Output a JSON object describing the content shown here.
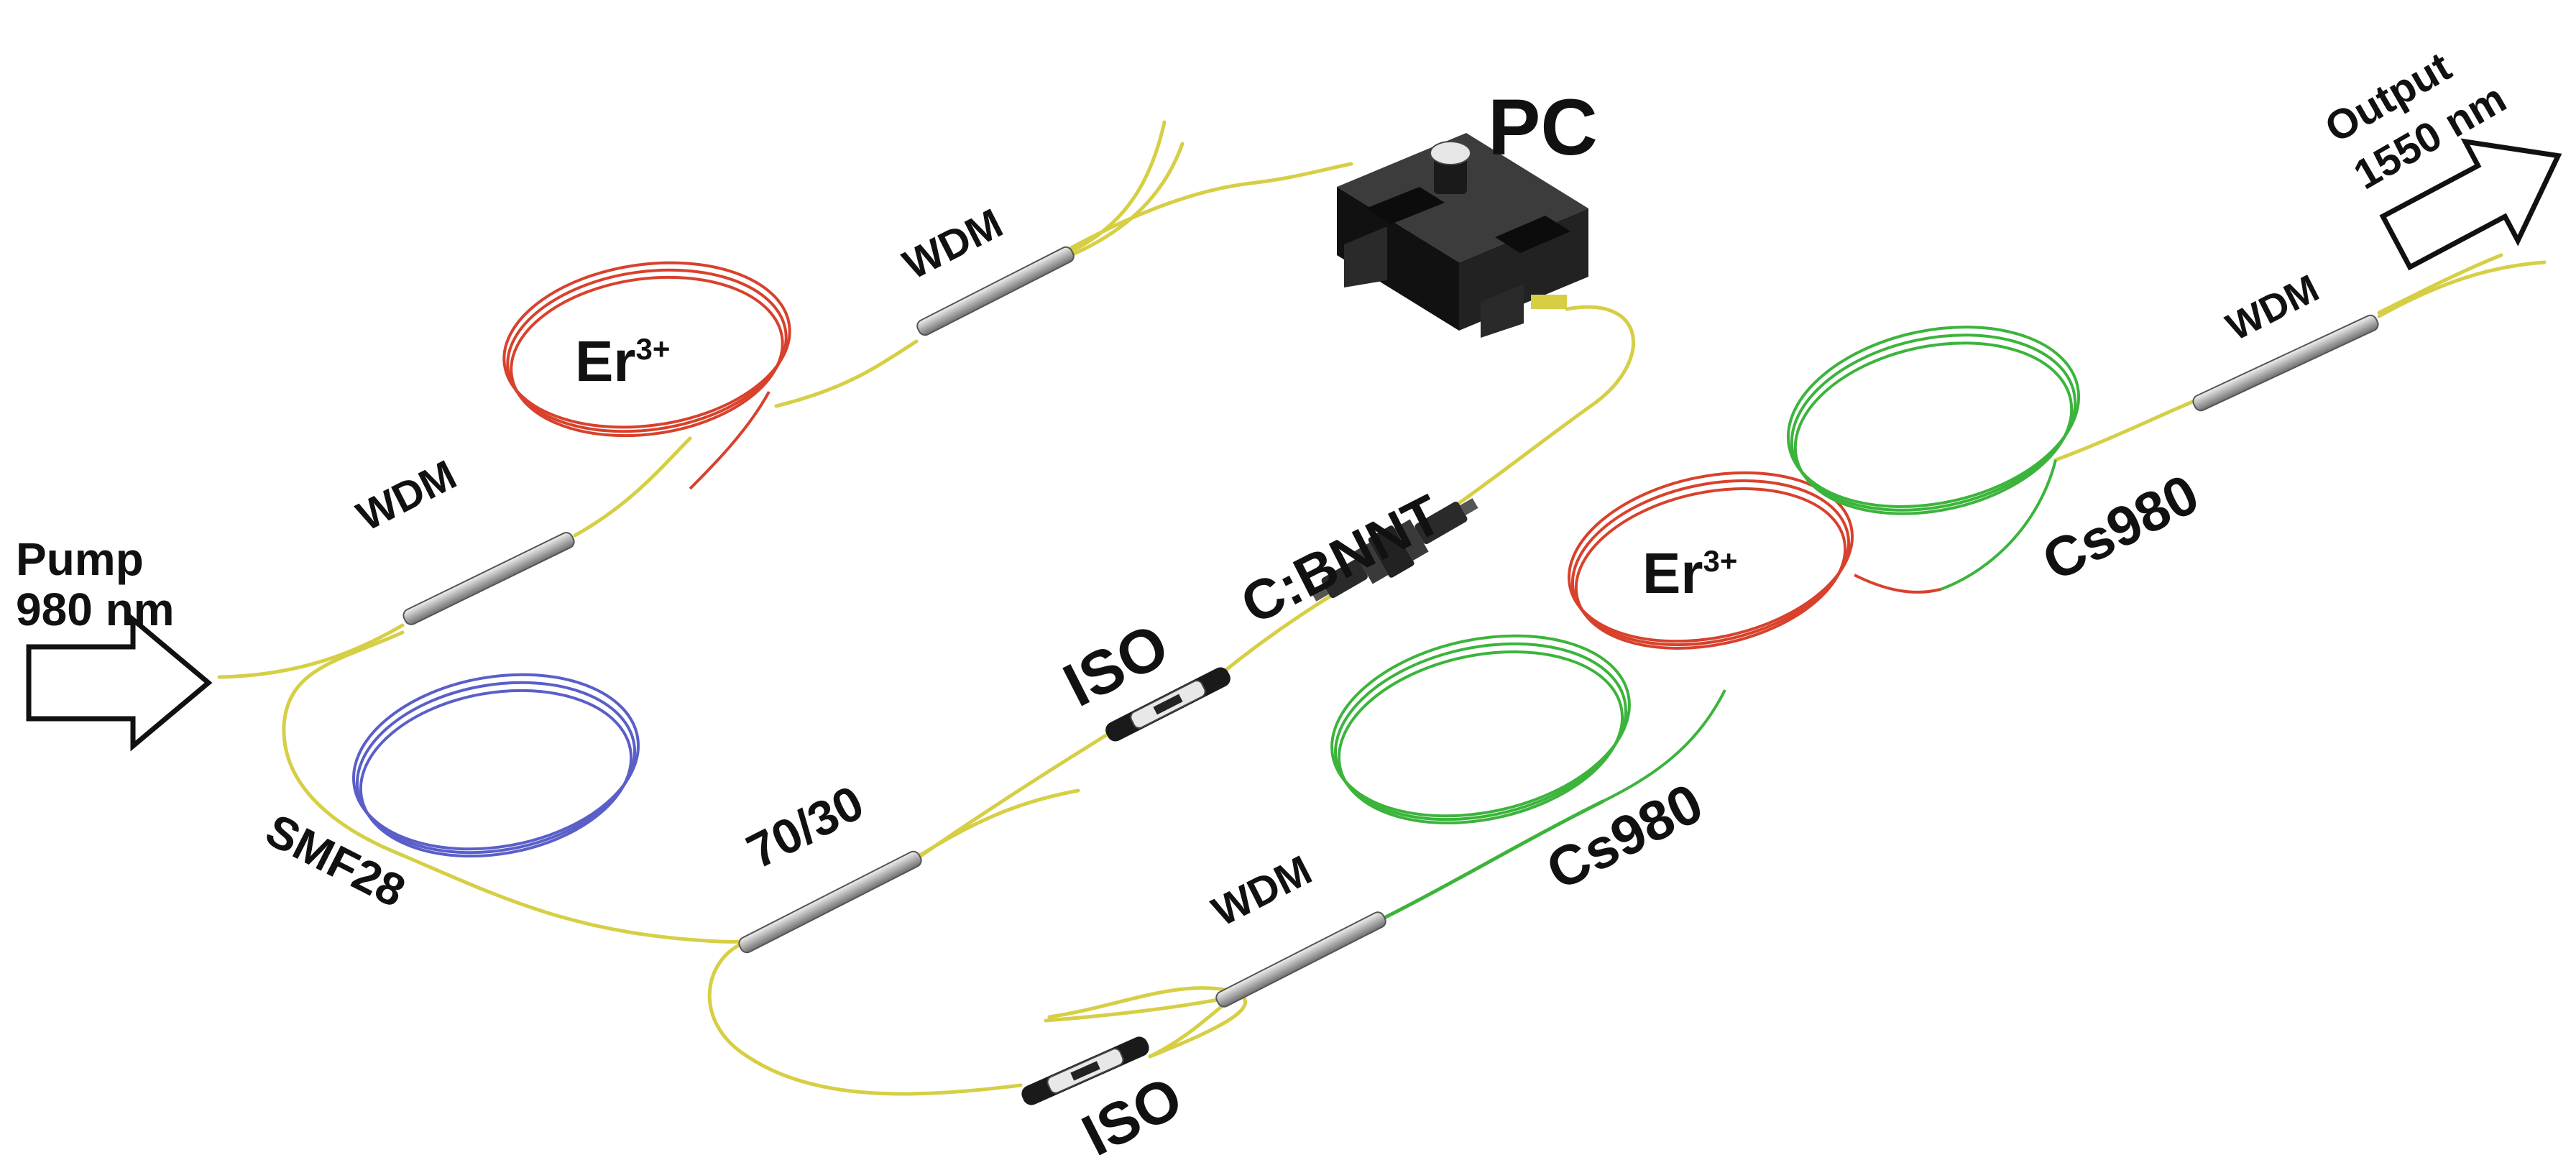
{
  "labels": {
    "pump": "Pump",
    "pump_wavelength": "980 nm",
    "wdm": "WDM",
    "er_base": "Er",
    "er_sup": "3+",
    "pc": "PC",
    "cbnnt": "C:BNNT",
    "iso": "ISO",
    "smf28": "SMF28",
    "coupler": "70/30",
    "cs980": "Cs980",
    "output": "Output",
    "output_wavelength": "1550 nm"
  },
  "colors": {
    "fiber": "#d6cf45",
    "fiber_dark": "#9e9520",
    "er_coil": "#d8412c",
    "smf_coil": "#5a5fc8",
    "cs_coil": "#3cb43c",
    "component": "#b4b4b4",
    "pc_body": "#1c1c1c",
    "arrow": "#111111"
  }
}
